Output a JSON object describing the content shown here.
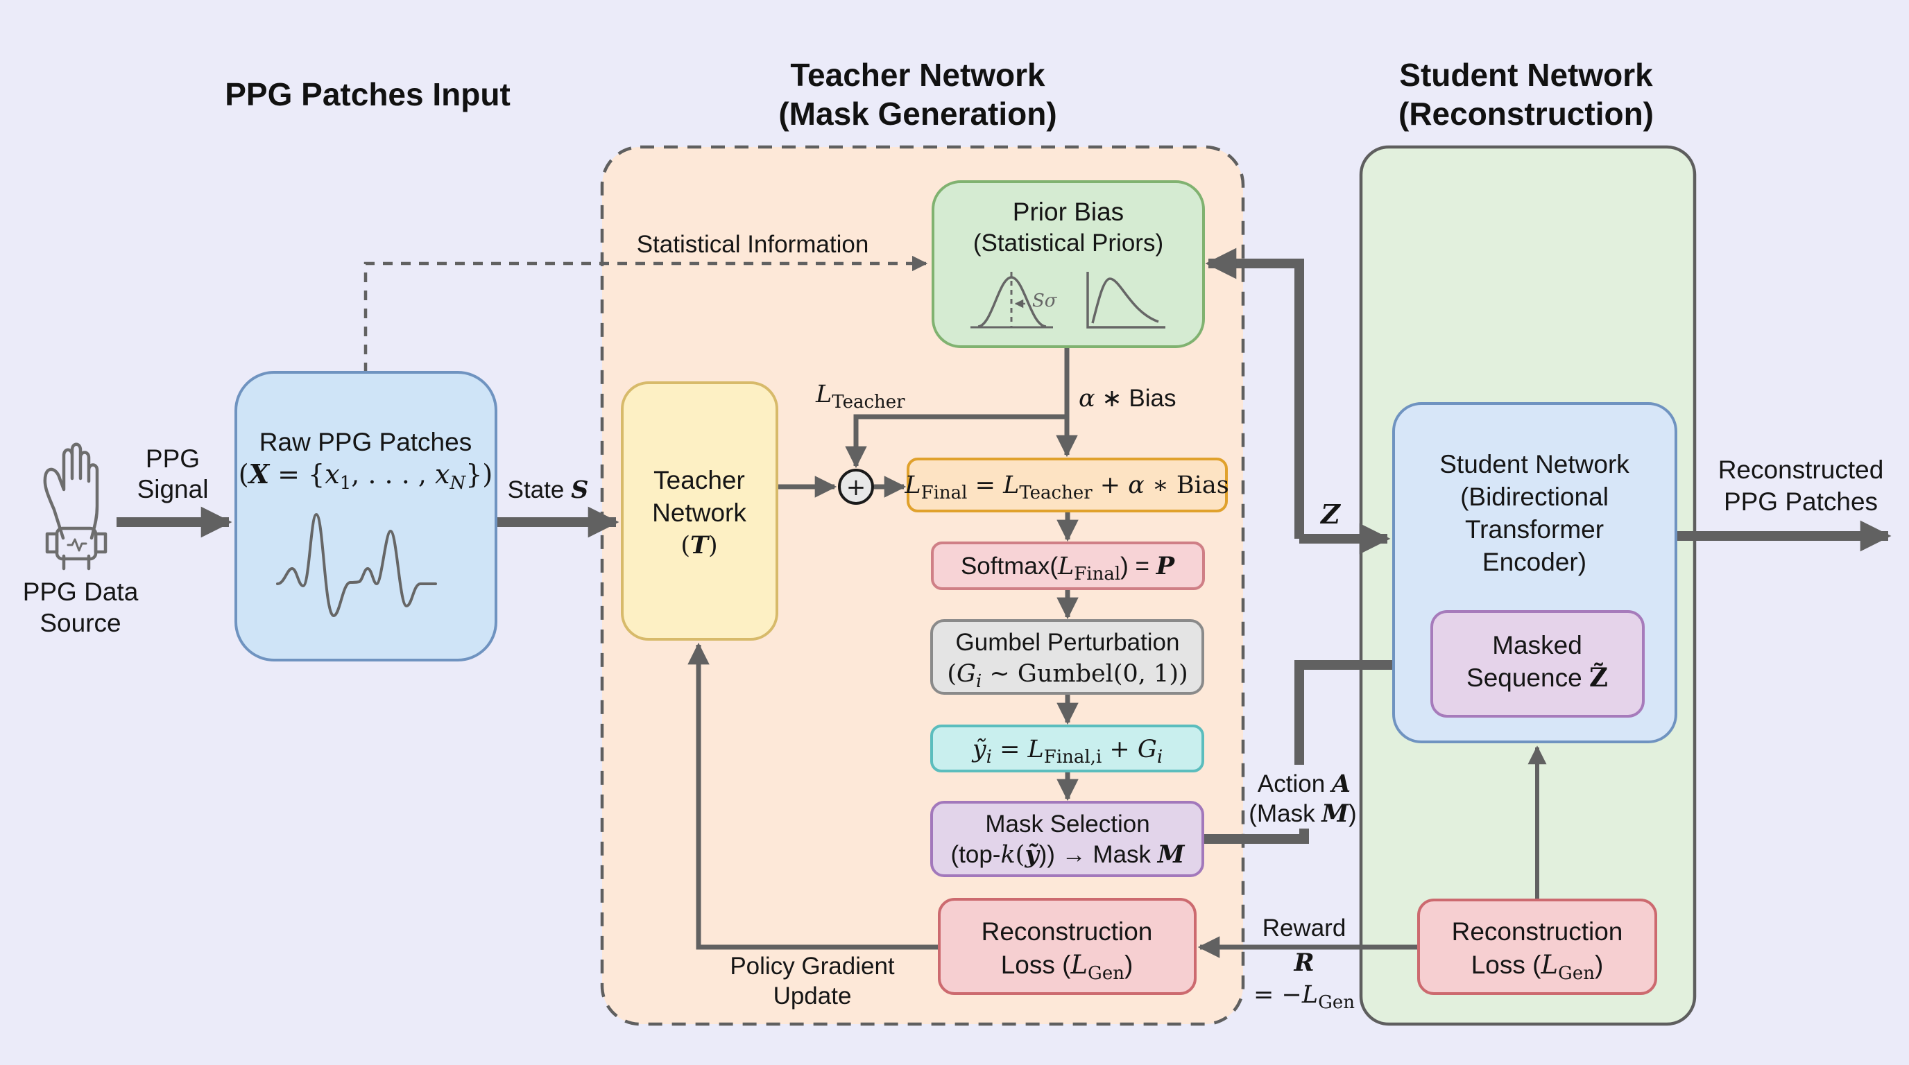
{
  "titles": {
    "input": "PPG Patches Input",
    "teacher_line1": "Teacher Network",
    "teacher_line2": "(Mask Generation)",
    "student_line1": "Student Network",
    "student_line2": "(Reconstruction)"
  },
  "source": {
    "icon": "hand-with-wearable-icon",
    "label_line1": "PPG Data",
    "label_line2": "Source",
    "arrow_label_line1": "PPG",
    "arrow_label_line2": "Signal"
  },
  "raw_patches": {
    "line1": "Raw PPG Patches",
    "formula": {
      "open": "(",
      "X": "X",
      "eq": " = {",
      "x1": "x",
      "sub1": "1",
      "dots": ", . . . , ",
      "xN": "x",
      "subN": "N",
      "close": "})"
    },
    "icon": "ppg-waveform-icon"
  },
  "statistical_info": "Statistical Information",
  "state": {
    "text": "State ",
    "symbol": "S"
  },
  "teacher_box": {
    "line1": "Teacher",
    "line2": "Network",
    "line3_open": "(",
    "symbol": "T",
    "line3_close": ")"
  },
  "prior_bias": {
    "line1": "Prior Bias",
    "line2": "(Statistical Priors)",
    "sigma_label": "Sσ",
    "icons": [
      "gaussian-distribution-icon",
      "skewed-distribution-icon"
    ]
  },
  "alpha_bias": {
    "alpha": "α",
    "rest": " ∗ Bias"
  },
  "l_teacher": {
    "L": "L",
    "sub": "Teacher"
  },
  "plus": "+",
  "l_final_box": {
    "L1": "L",
    "sub1": "Final",
    "eq": " = ",
    "L2": "L",
    "sub2": "Teacher",
    "plus": " + ",
    "alpha": "α",
    "rest": " ∗ Bias"
  },
  "softmax_box": {
    "pre": "Softmax(",
    "L": "L",
    "sub": "Final",
    "post": ") = ",
    "P": "P"
  },
  "gumbel_box": {
    "line1": "Gumbel Perturbation",
    "open": "(",
    "G": "G",
    "sub": "i",
    "rest": " ~ Gumbel(0, 1))"
  },
  "y_tilde_box": {
    "y": "ỹ",
    "sub_y": "i",
    "eq": " = ",
    "L": "L",
    "sub": "Final,i",
    "plus": " + ",
    "G": "G",
    "sub_g": "i"
  },
  "mask_box": {
    "line1": "Mask Selection",
    "pre": "(top-",
    "k": "k",
    "mid": "(",
    "y": "ỹ",
    "post": ")) → Mask ",
    "M": "M"
  },
  "teacher_recon": {
    "line1": "Reconstruction",
    "line2_pre": "Loss (",
    "L": "L",
    "sub": "Gen",
    "line2_post": ")"
  },
  "policy_gradient": {
    "line1": "Policy Gradient",
    "line2": "Update"
  },
  "reward": {
    "line1": "Reward",
    "R": "R",
    "line3_pre": "= −",
    "L": "L",
    "sub": "Gen"
  },
  "action": {
    "line1_pre": "Action ",
    "A": "A",
    "line2_pre": "(Mask ",
    "M": "M",
    "line2_post": ")"
  },
  "z_label": "Z",
  "student_box": {
    "line1": "Student Network",
    "line2": "(Bidirectional",
    "line3": "Transformer",
    "line4": "Encoder)"
  },
  "masked_box": {
    "line1": "Masked",
    "line2_pre": "Sequence ",
    "Z": "Z̃"
  },
  "student_recon": {
    "line1": "Reconstruction",
    "line2_pre": "Loss (",
    "L": "L",
    "sub": "Gen",
    "line2_post": ")"
  },
  "output": {
    "line1": "Reconstructed",
    "line2": "PPG Patches"
  },
  "colors": {
    "background": "#ebebf9",
    "teacher_region": "#fde8d8",
    "student_region": "#e2f0dd",
    "raw_box": "#cfe4f7",
    "teacher_box": "#fdf0c4",
    "prior_box": "#d5ebd2",
    "l_final_box": "#fde3c3",
    "softmax_box": "#f7d3d6",
    "gumbel_box": "#e4e4e4",
    "y_tilde_box": "#c9efee",
    "mask_box": "#e2d4ea",
    "recon_box": "#f6cfd1",
    "student_box": "#d7e6f8",
    "masked_box": "#e5d3ea",
    "connector": "#616161"
  }
}
